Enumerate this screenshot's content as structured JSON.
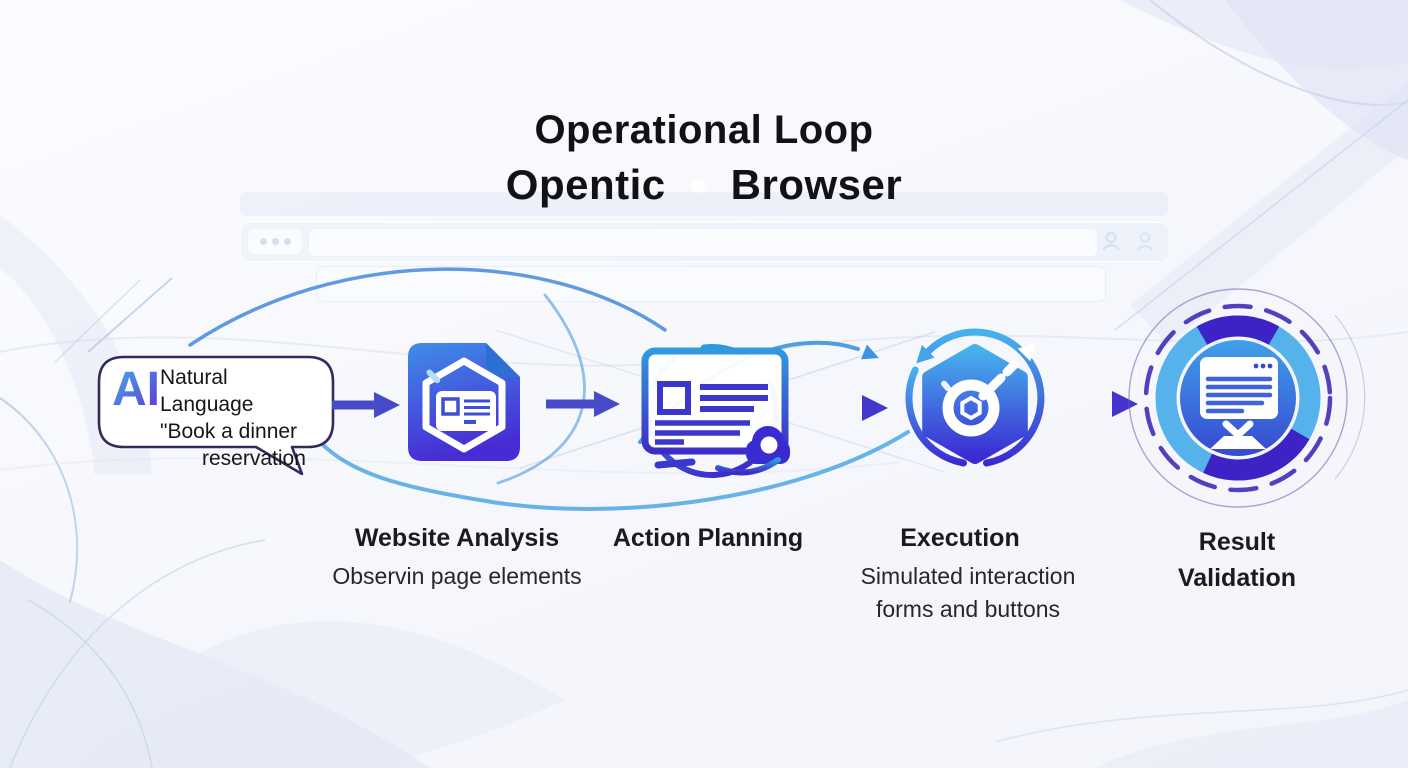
{
  "title": {
    "line1": "Operational Loop",
    "word1": "Opentic",
    "word2": "Browser"
  },
  "speech_bubble": {
    "ai_label": "AI",
    "line1": "Natural Language",
    "line2": "\"Book a dinner",
    "line3": "reservation"
  },
  "steps": [
    {
      "name": "website-analysis",
      "icon": "document-hexagon-icon",
      "title": "Website Analysis",
      "subtitle_line1": "Observin page elements",
      "subtitle_line2": ""
    },
    {
      "name": "action-planning",
      "icon": "browser-window-lock-icon",
      "title": "Action Planning",
      "subtitle_line1": "",
      "subtitle_line2": ""
    },
    {
      "name": "execution",
      "icon": "target-hexagon-loop-icon",
      "title": "Execution",
      "subtitle_line1": "Simulated interaction",
      "subtitle_line2": "forms and buttons"
    },
    {
      "name": "result-validation",
      "icon": "monitor-validation-circle-icon",
      "title_line1": "Result",
      "title_line2": "Validation"
    }
  ],
  "colors": {
    "accent_blue": "#3f8ce4",
    "accent_indigo": "#4432cc",
    "arrow_indigo": "#474bca",
    "loop_blue": "#4aa3e2",
    "ring_purple": "#3d22c6",
    "bubble_border": "#352a5e",
    "text_dark": "#121216"
  }
}
